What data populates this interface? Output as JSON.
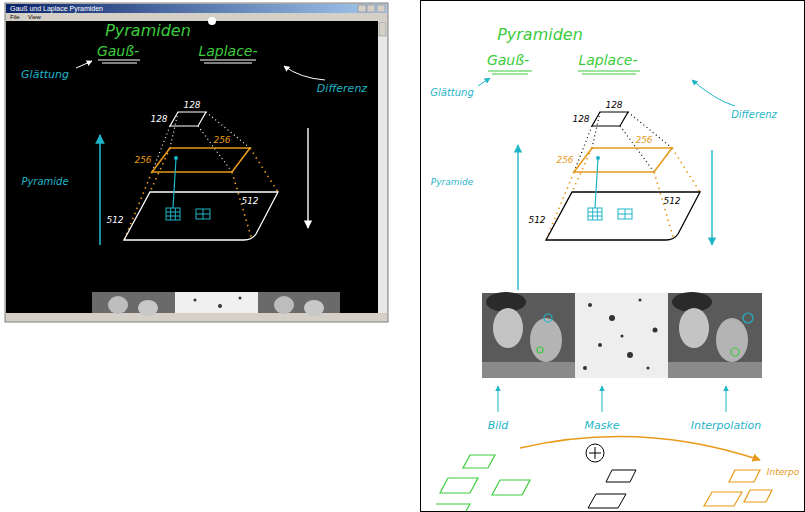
{
  "diagram": {
    "labels": [
      "Gauß und Laplace Pyramiden",
      "File",
      "View",
      "Pyramiden",
      "Gauß-",
      "Laplace-",
      "Glättung",
      "Differenz",
      "128",
      "128",
      "256",
      "256",
      "512",
      "512",
      "Pyramide",
      "Pyramiden",
      "Gauß-",
      "Laplace-",
      "Glättung",
      "Differenz",
      "128",
      "128",
      "256",
      "256",
      "512",
      "512",
      "Pyramide",
      "Bild",
      "Maske",
      "Interpolation",
      "Interpo"
    ]
  }
}
